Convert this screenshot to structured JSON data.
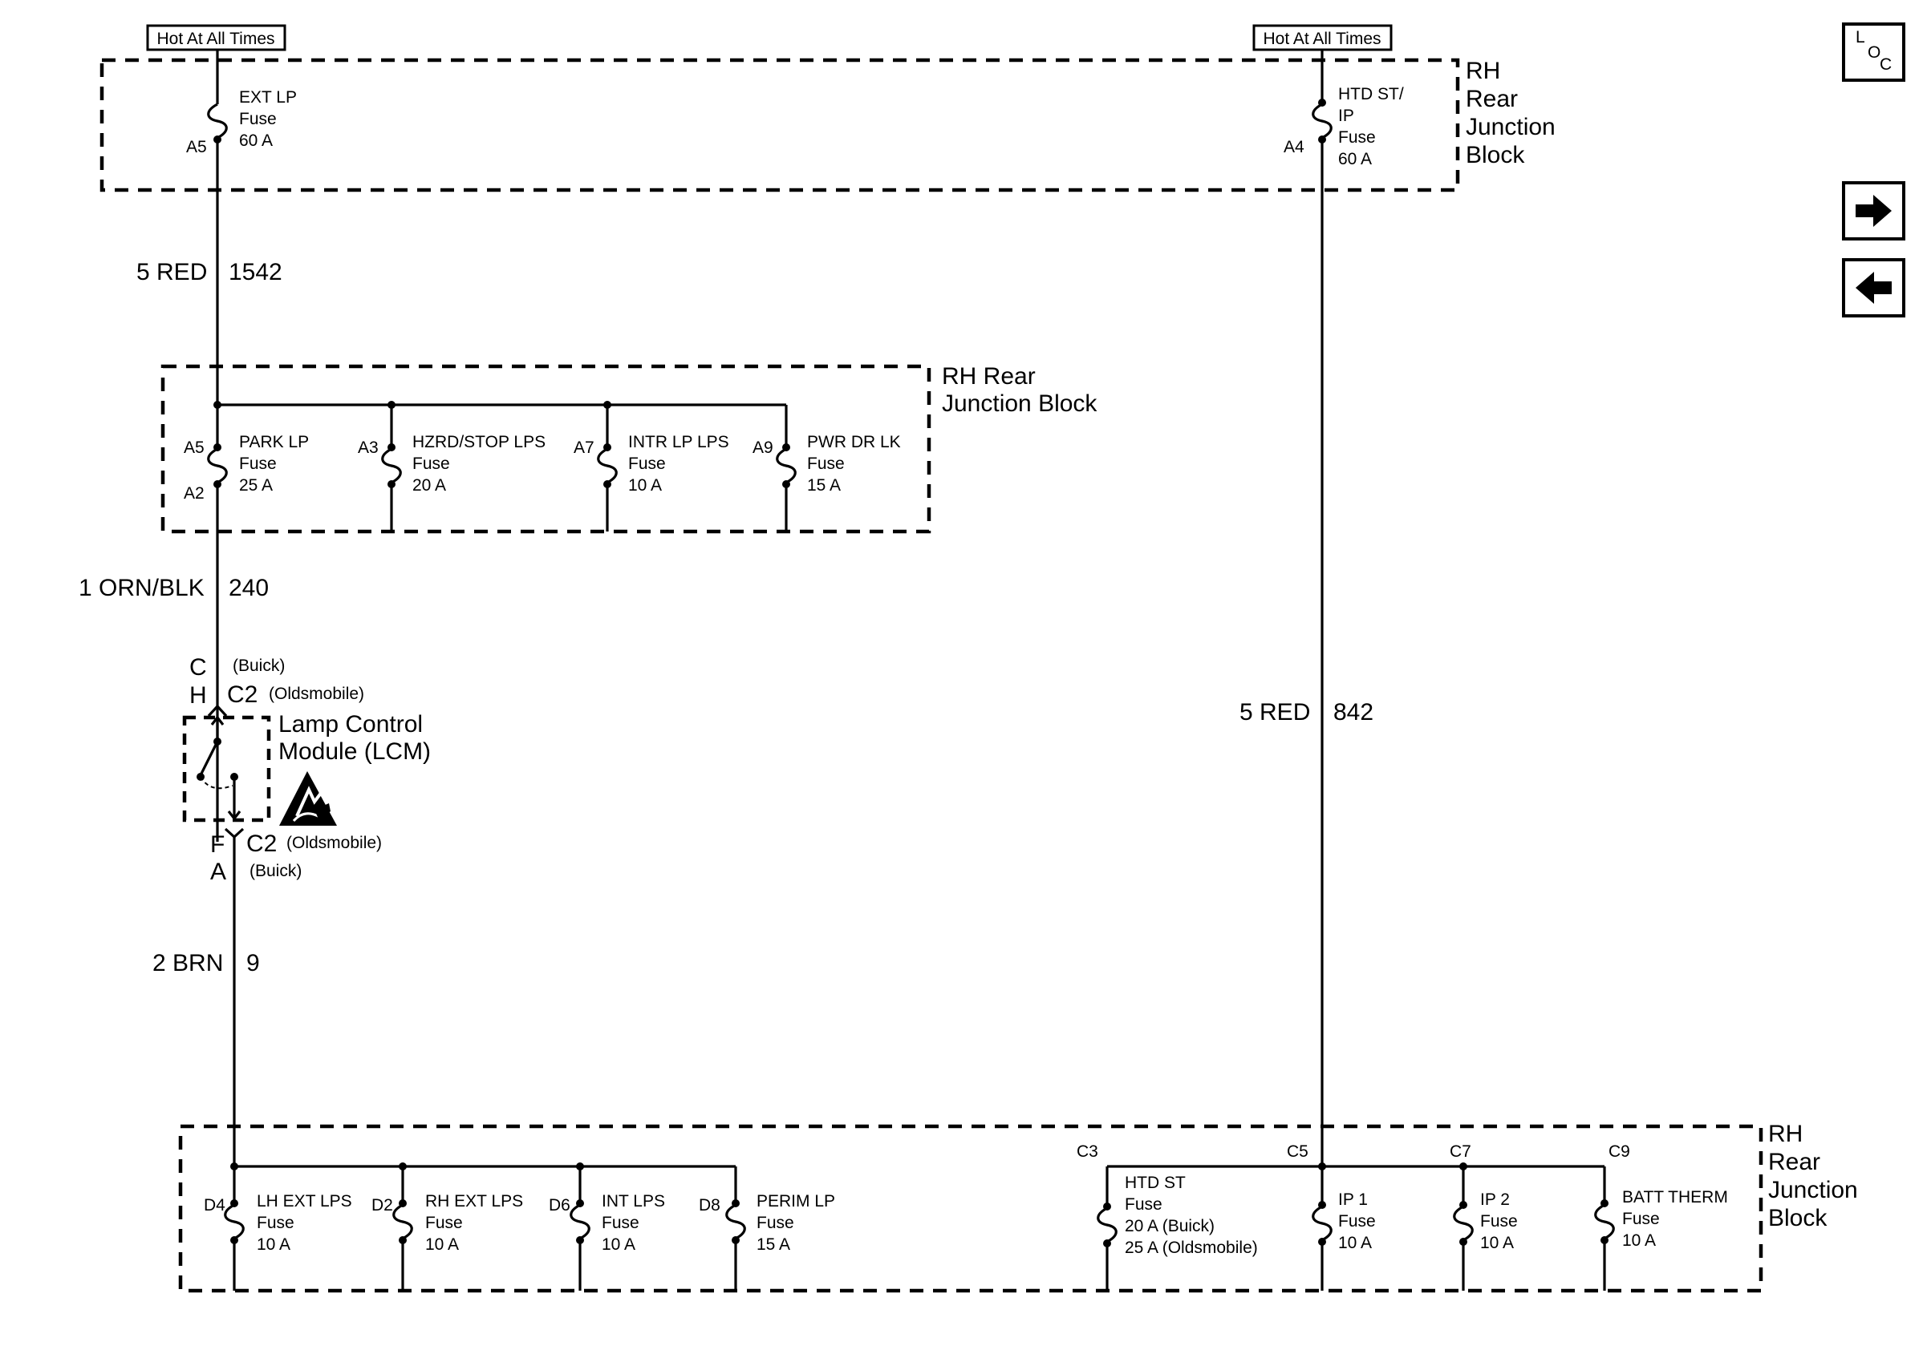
{
  "hot_labels": {
    "left": "Hot At All Times",
    "right": "Hot At All Times"
  },
  "top_block": {
    "label": [
      "RH",
      "Rear",
      "Junction",
      "Block"
    ]
  },
  "top_fuses": {
    "ext": {
      "pin": "A5",
      "lines": [
        "EXT LP",
        "Fuse",
        "60 A"
      ]
    },
    "htd": {
      "pin": "A4",
      "lines": [
        "HTD ST/",
        "IP",
        "Fuse",
        "60 A"
      ]
    }
  },
  "wires": {
    "w1542": {
      "gauge": "5 RED",
      "circuit": "1542"
    },
    "w240": {
      "gauge": "1 ORN/BLK",
      "circuit": "240"
    },
    "w9": {
      "gauge": "2 BRN",
      "circuit": "9"
    },
    "w842": {
      "gauge": "5 RED",
      "circuit": "842"
    }
  },
  "mid_block": {
    "label": [
      "RH Rear",
      "Junction Block"
    ],
    "fuses": [
      {
        "pin": "A5",
        "pin_out": "A2",
        "lines": [
          "PARK LP",
          "Fuse",
          "25 A"
        ]
      },
      {
        "pin": "A3",
        "lines": [
          "HZRD/STOP LPS",
          "Fuse",
          "20 A"
        ]
      },
      {
        "pin": "A7",
        "lines": [
          "INTR LP LPS",
          "Fuse",
          "10 A"
        ]
      },
      {
        "pin": "A9",
        "lines": [
          "PWR DR LK",
          "Fuse",
          "15 A"
        ]
      }
    ]
  },
  "lcm": {
    "name": [
      "Lamp Control",
      "Module (LCM)"
    ],
    "in_conn": {
      "letter1": "C",
      "letter2": "H",
      "buick": "(Buick)",
      "c2": "C2",
      "olds": "(Oldsmobile)"
    },
    "out_conn": {
      "letter1": "F",
      "letter2": "A",
      "c2": "C2",
      "olds": "(Oldsmobile)",
      "buick": "(Buick)"
    }
  },
  "bottom_block": {
    "label": [
      "RH",
      "Rear",
      "Junction",
      "Block"
    ],
    "left_fuses": [
      {
        "pin": "D4",
        "lines": [
          "LH EXT LPS",
          "Fuse",
          "10 A"
        ]
      },
      {
        "pin": "D2",
        "lines": [
          "RH EXT LPS",
          "Fuse",
          "10 A"
        ]
      },
      {
        "pin": "D6",
        "lines": [
          "INT LPS",
          "Fuse",
          "10 A"
        ]
      },
      {
        "pin": "D8",
        "lines": [
          "PERIM LP",
          "Fuse",
          "15 A"
        ]
      }
    ],
    "right_fuses": [
      {
        "pin": "C3",
        "lines": [
          "HTD ST",
          "Fuse",
          "20 A (Buick)",
          "25 A (Oldsmobile)"
        ]
      },
      {
        "pin": "C5",
        "lines": [
          "IP 1",
          "Fuse",
          "10 A"
        ]
      },
      {
        "pin": "C7",
        "lines": [
          "IP 2",
          "Fuse",
          "10 A"
        ]
      },
      {
        "pin": "C9",
        "lines": [
          "BATT THERM",
          "Fuse",
          "10 A"
        ]
      }
    ]
  },
  "side_nav": {
    "loc": {
      "l": "L",
      "o": "O",
      "c": "C"
    },
    "next_icon": "arrow-right-icon",
    "prev_icon": "arrow-left-icon"
  }
}
